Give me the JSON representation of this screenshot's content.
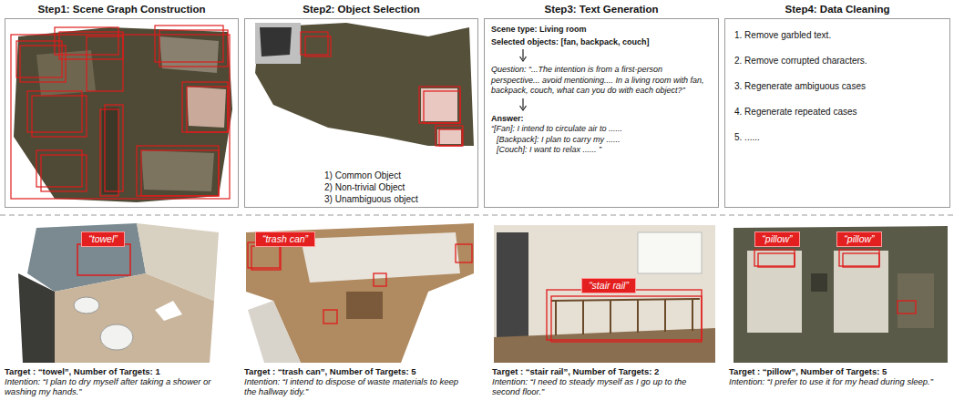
{
  "diagram": {
    "nodes": [
      {
        "text": [
          "Step1: Scene Graph Construction"
        ]
      },
      {
        "text": [
          "Step2: Object Selection",
          "1) Common Object",
          "2) Non-trivial Object",
          "3) Unambiguous object"
        ]
      },
      {
        "text": [
          "Step3: Text Generation",
          "Scene type: Living room",
          "Selected objects: [fan, backpack, couch]",
          "Question: “...The intention is from a first-person perspective... avoid mentioning.... In a living room with fan, backpack, couch, what can you do with each object?”",
          "Answer:",
          "“[Fan]: I intend to circulate air to ......",
          "[Backpack]: I plan to carry my ......",
          "[Couch]: I want to relax ...... ”"
        ]
      },
      {
        "text": [
          "Step4: Data Cleaning",
          "1. Remove garbled text.",
          "2. Remove corrupted characters.",
          "3. Regenerate ambiguous cases",
          "4. Regenerate repeated cases",
          "5. ......"
        ]
      },
      {
        "text": [
          "“towel”"
        ]
      },
      {
        "text": [
          "“trash can”"
        ]
      },
      {
        "text": [
          "“stair rail”"
        ]
      },
      {
        "text": [
          "“pillow”"
        ]
      },
      {
        "text": [
          "“pillow”"
        ]
      }
    ],
    "labels": [
      "Target : “towel”, Number of Targets: 1",
      "Intention: “I plan to dry myself after taking a shower or washing my hands.”",
      "Target : “trash can”, Number of Targets: 5",
      "Intention: “I intend to dispose of waste materials to keep the hallway tidy.”",
      "Target : “stair rail”, Number of Targets: 2",
      "Intention: “I need to steady myself as I go up to the second floor.”",
      "Target : “pillow”, Number of Targets: 5",
      "Intention: “I prefer to use it for my head during sleep.”"
    ]
  }
}
